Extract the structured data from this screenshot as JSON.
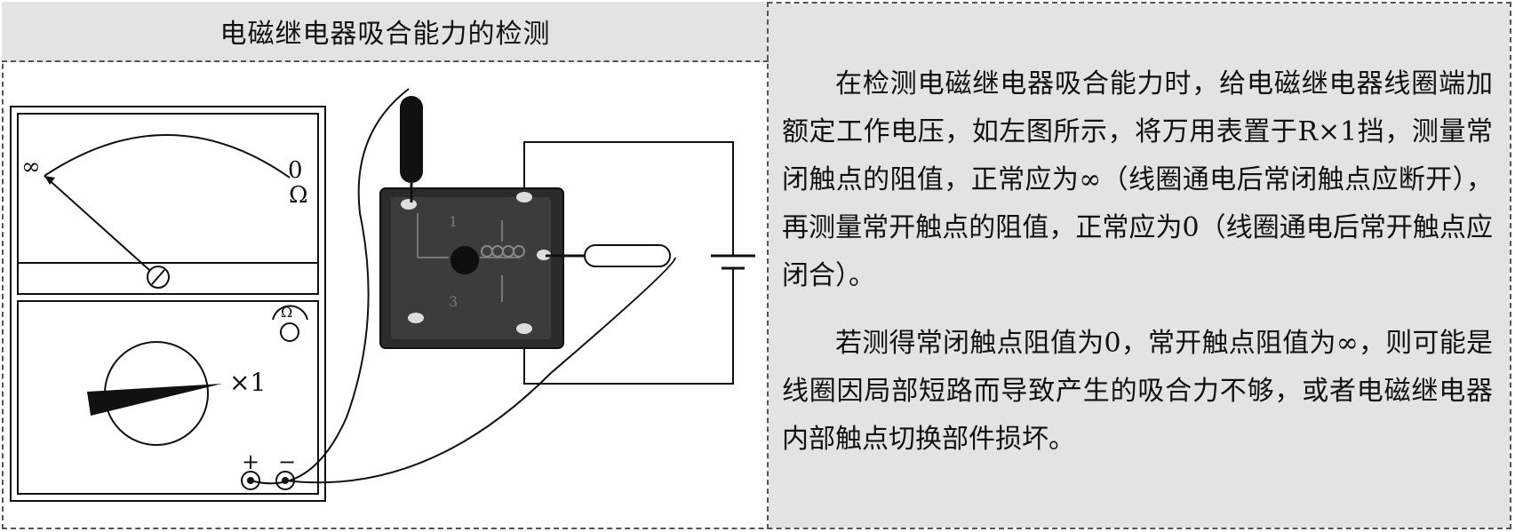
{
  "diagram": {
    "title": "电磁继电器吸合能力的检测",
    "meter": {
      "scale_left": "∞",
      "scale_right": "0",
      "unit": "Ω",
      "range_label": "×1",
      "plus": "+",
      "minus": "−"
    },
    "relay_marks": [
      "1",
      "3"
    ]
  },
  "text": {
    "p1": "在检测电磁继电器吸合能力时，给电磁继电器线圈端加额定工作电压，如左图所示，将万用表置于R×1挡，测量常闭触点的阻值，正常应为∞（线圈通电后常闭触点应断开），再测量常开触点的阻值，正常应为0（线圈通电后常开触点应闭合）。",
    "p2": "若测得常闭触点阻值为0，常开触点阻值为∞，则可能是线圈因局部短路而导致产生的吸合力不够，或者电磁继电器内部触点切换部件损坏。"
  },
  "colors": {
    "panel_bg": "#e3e3e3",
    "border": "#555555",
    "relay_body": "#2b2b2b"
  }
}
